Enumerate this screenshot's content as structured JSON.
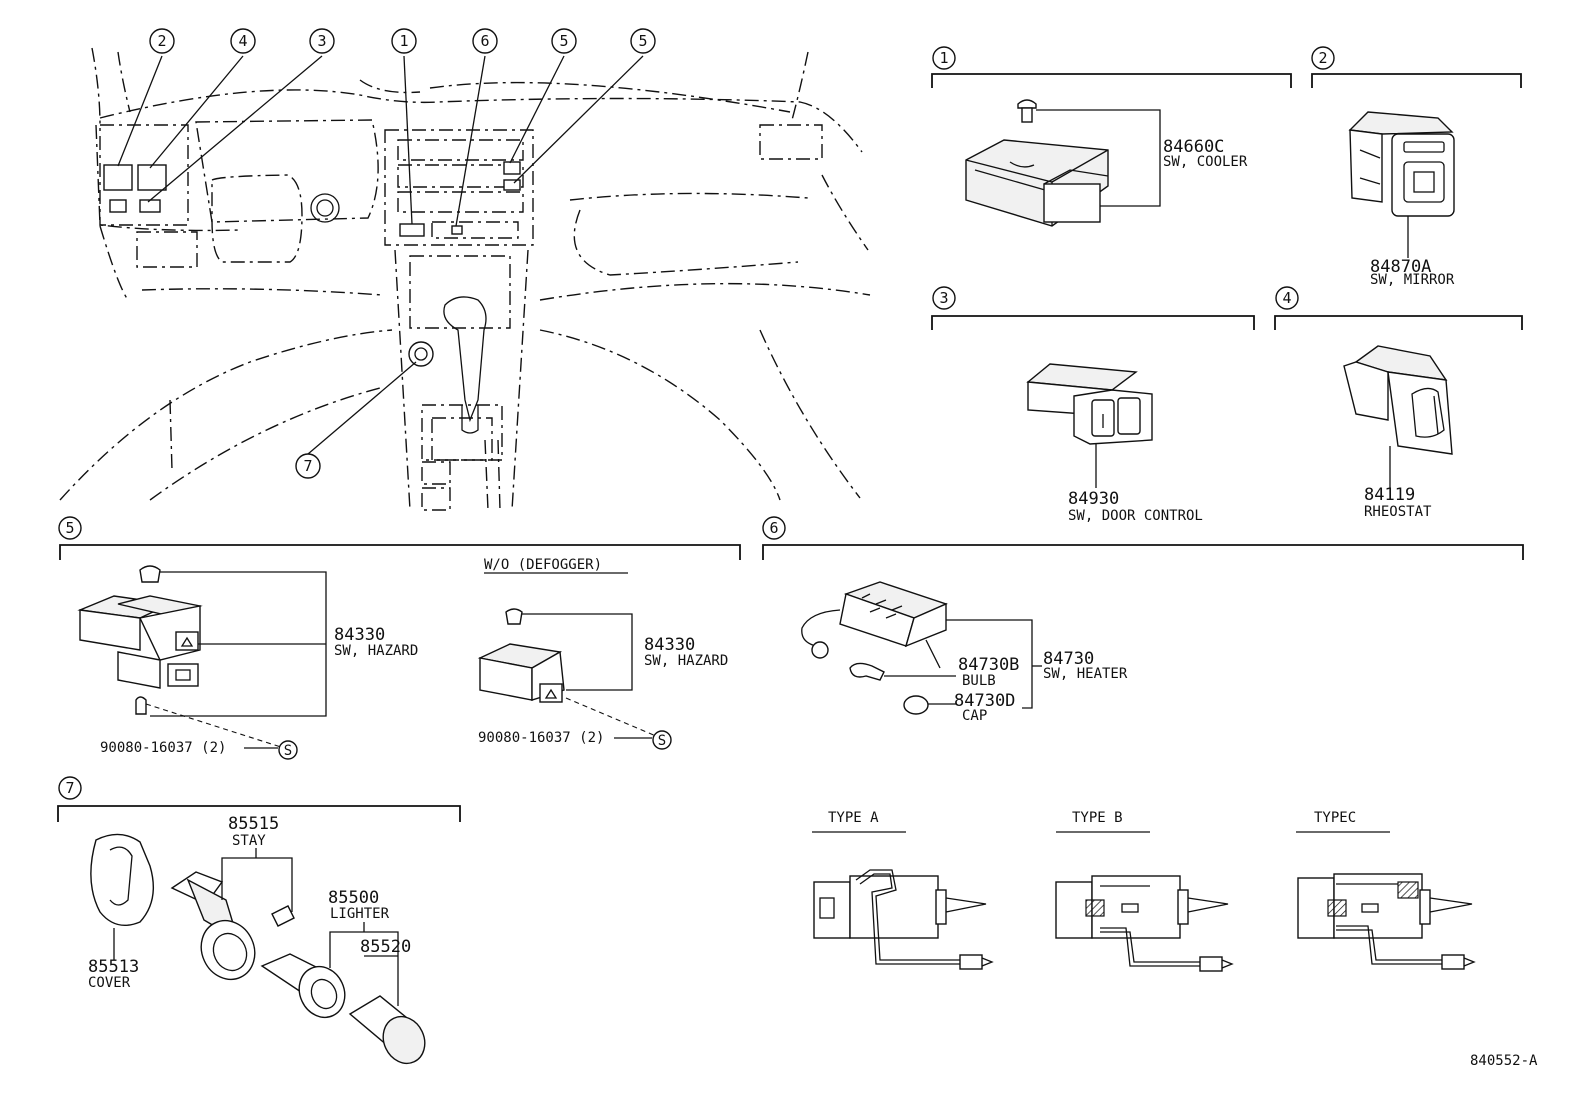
{
  "diagram_id": "840552-A",
  "callouts": [
    {
      "key": "c1",
      "num": "1"
    },
    {
      "key": "c2",
      "num": "2"
    },
    {
      "key": "c3",
      "num": "3"
    },
    {
      "key": "c4",
      "num": "4"
    },
    {
      "key": "c5",
      "num": "5"
    },
    {
      "key": "c6",
      "num": "6"
    },
    {
      "key": "c7",
      "num": "7"
    }
  ],
  "sections": {
    "s1": {
      "num": "1",
      "parts": [
        {
          "number": "84660C",
          "name": "SW, COOLER"
        }
      ]
    },
    "s2": {
      "num": "2",
      "parts": [
        {
          "number": "84870A",
          "name": "SW, MIRROR"
        }
      ]
    },
    "s3": {
      "num": "3",
      "parts": [
        {
          "number": "84930",
          "name": "SW, DOOR CONTROL"
        }
      ]
    },
    "s4": {
      "num": "4",
      "parts": [
        {
          "number": "84119",
          "name": "RHEOSTAT"
        }
      ]
    },
    "s5": {
      "num": "5",
      "variant_label": "W/O (DEFOGGER)",
      "parts": [
        {
          "number": "84330",
          "name": "SW, HAZARD"
        }
      ],
      "screw": "90080-16037 (2)",
      "screw_symbol": "S"
    },
    "s6": {
      "num": "6",
      "parts": [
        {
          "number": "84730",
          "name": "SW, HEATER"
        },
        {
          "number": "84730B",
          "name": "BULB"
        },
        {
          "number": "84730D",
          "name": "CAP"
        }
      ],
      "types": [
        "TYPE A",
        "TYPE B",
        "TYPEC"
      ]
    },
    "s7": {
      "num": "7",
      "parts": [
        {
          "number": "85515",
          "name": "STAY"
        },
        {
          "number": "85500",
          "name": "LIGHTER"
        },
        {
          "number": "85520",
          "name": ""
        },
        {
          "number": "85513",
          "name": "COVER"
        }
      ]
    }
  }
}
